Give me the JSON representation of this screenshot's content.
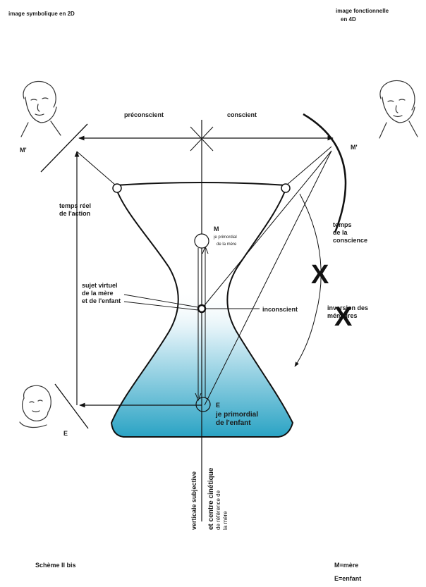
{
  "labels": {
    "top_left": "image symbolique en 2D",
    "top_right_line1": "image fonctionnelle",
    "top_right_line2": "en 4D",
    "preconscient": "préconscient",
    "conscient": "conscient",
    "m_prime_left": "M'",
    "m_prime_right": "M'",
    "temps_reel_line1": "temps réel",
    "temps_reel_line2": "de l'action",
    "temps_conscience_line1": "temps",
    "temps_conscience_line2": "de la",
    "temps_conscience_line3": "conscience",
    "m_letter": "M",
    "je_mere_line1": "je primordial",
    "je_mere_line2": "de la mère",
    "sujet_line1": "sujet virtuel",
    "sujet_line2": "de la mère",
    "sujet_line3": "et de l'enfant",
    "inconscient": "inconscient",
    "inversion_line1": "inversion des",
    "inversion_line2": "mémoires",
    "e_letter": "E",
    "je_enfant_line1": "je primordial",
    "je_enfant_line2": "de l'enfant",
    "e_left": "E",
    "vertical_1": "verticale subjective",
    "vertical_2": "et centre cinétique",
    "vertical_3": "de référence de",
    "vertical_4": "la mère",
    "schema_title": "Schème II bis",
    "legend_m": "M=mère",
    "legend_e": "E=enfant",
    "x_mark": "X"
  },
  "colors": {
    "gradient_top": "#ffffff",
    "gradient_bottom": "#2aa3c4",
    "lines": "#111111"
  },
  "icons": {
    "face_top_left": "woman-face-icon",
    "face_top_right": "woman-face-icon",
    "face_bottom_left": "baby-face-icon"
  }
}
